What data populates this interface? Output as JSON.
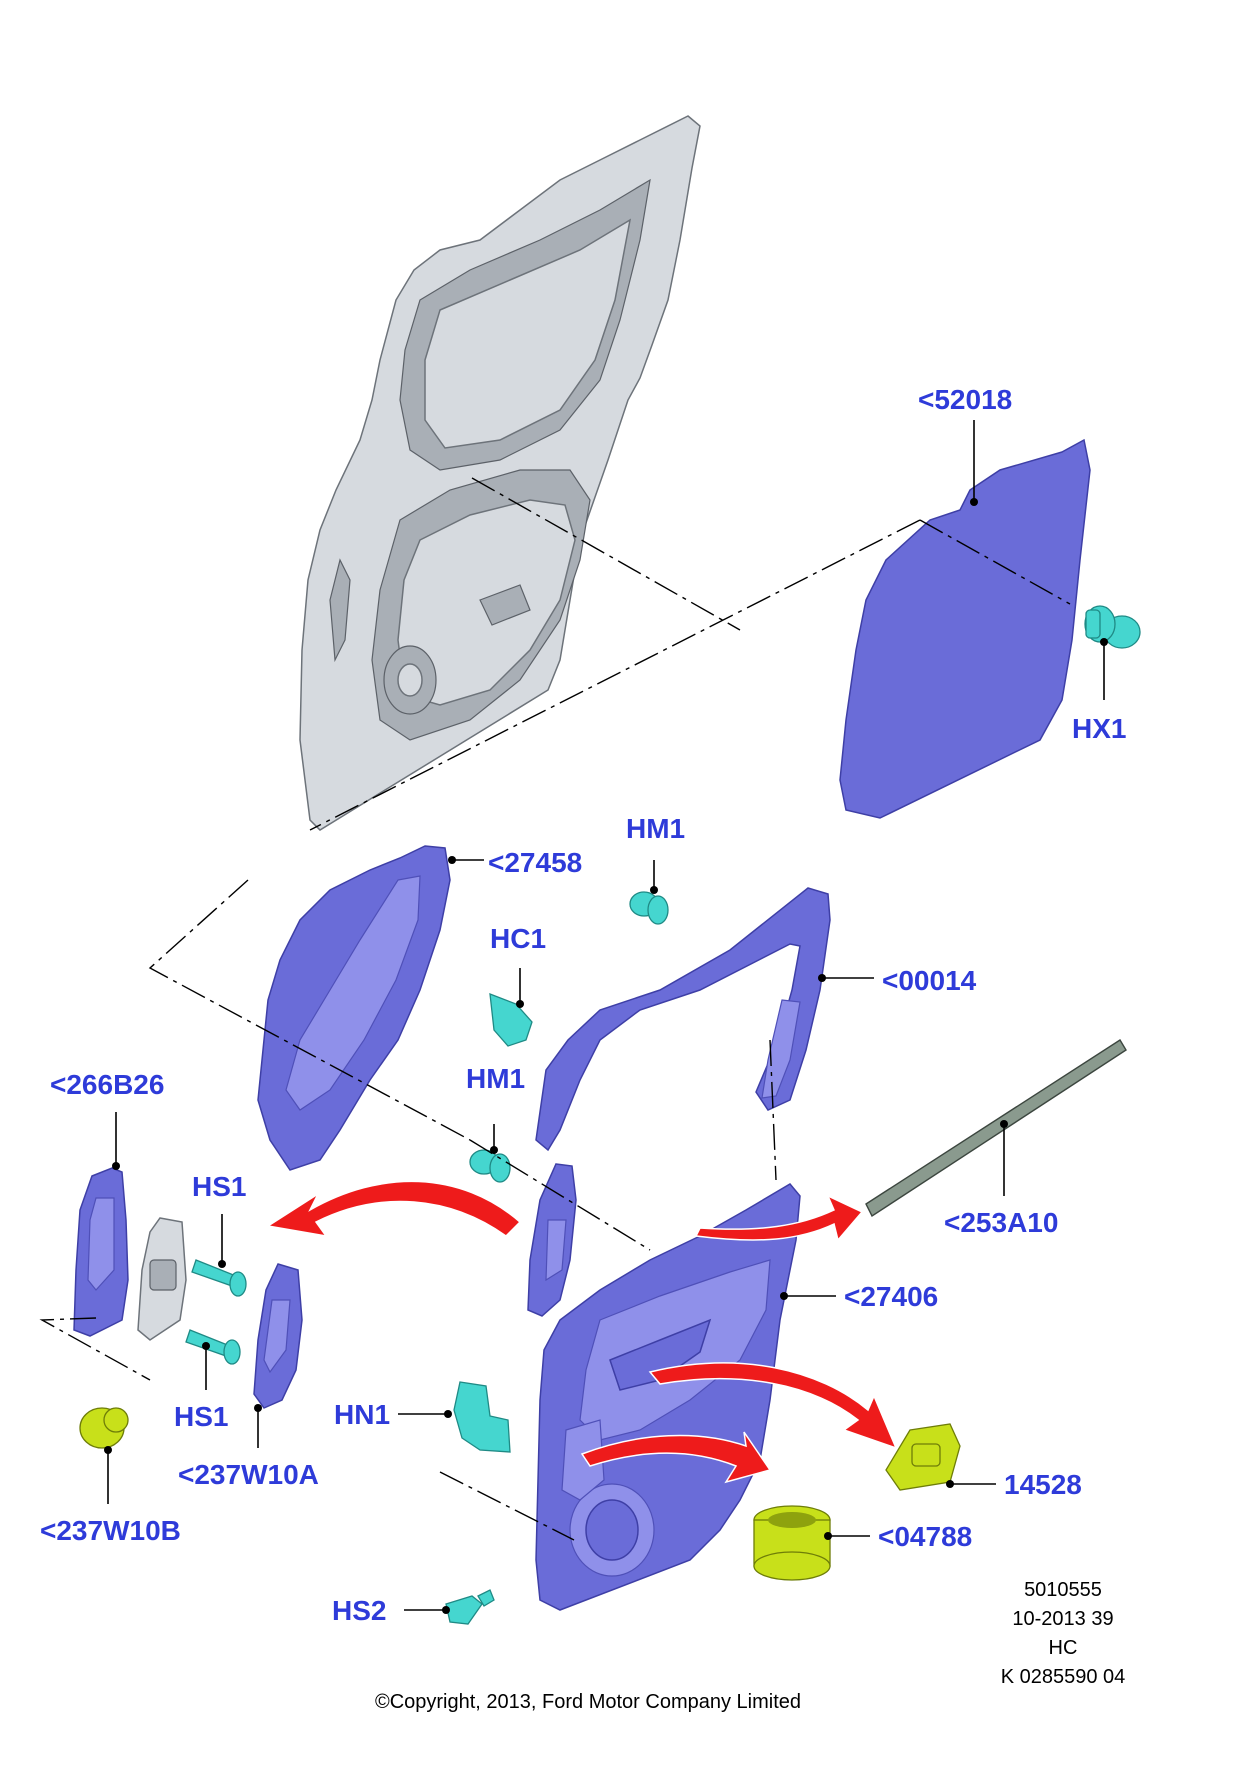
{
  "callouts": {
    "p52018": "<52018",
    "hx1": "HX1",
    "hm1_top": "HM1",
    "p27458": "<27458",
    "hc1": "HC1",
    "p00014": "<00014",
    "hm1_mid": "HM1",
    "p266b26": "<266B26",
    "hs1_top": "HS1",
    "hs1_bottom": "HS1",
    "p237w10a": "<237W10A",
    "p237w10b": "<237W10B",
    "p253a10": "<253A10",
    "p27406": "<27406",
    "hn1": "HN1",
    "p14528": "14528",
    "p04788": "<04788",
    "hs2": "HS2"
  },
  "info_block": {
    "line1": "5010555",
    "line2": "10-2013 39",
    "line3": "HC",
    "line4": "K 0285590 04"
  },
  "copyright": "©Copyright, 2013, Ford Motor Company Limited",
  "colors": {
    "label": "#2e3bd9",
    "trim_panel": "#6a6cd8",
    "clip": "#45d6cf",
    "yellow_part": "#c8e01a",
    "arrow": "#ee1b1b",
    "door_shell": "#d6dadf"
  }
}
